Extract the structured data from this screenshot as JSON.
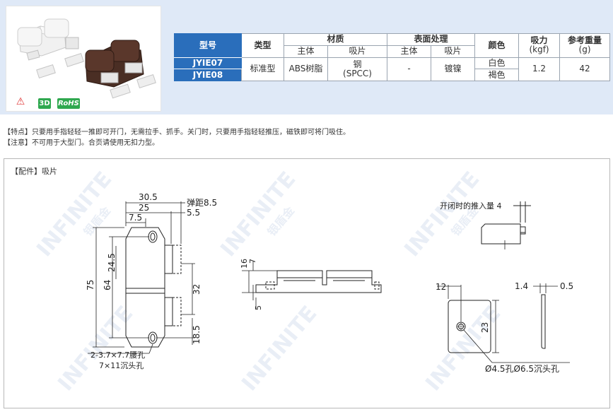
{
  "colors": {
    "band": "#dfe9f7",
    "header_blue": "#2a6ebb",
    "watermark": "#b4c6e0",
    "badge_green": "#2fa84f",
    "warning_red": "#e03a3a"
  },
  "badges": {
    "warning_icon": "warning-triangle-icon",
    "d3": "3D",
    "rohs": "RoHS"
  },
  "table": {
    "h_model": "型号",
    "h_type": "类型",
    "h_material": "材质",
    "h_surface": "表面处理",
    "h_color": "颜色",
    "h_force_1": "吸力",
    "h_force_2": "(kgf)",
    "h_weight_1": "参考重量",
    "h_weight_2": "(g)",
    "sub_body": "主体",
    "sub_plate": "吸片",
    "sub_body2": "主体",
    "sub_plate2": "吸片",
    "rows": [
      {
        "model": "JYIE07",
        "color": "白色"
      },
      {
        "model": "JYIE08",
        "color": "褐色"
      }
    ],
    "type": "标准型",
    "body_material": "ABS树脂",
    "plate_material_1": "钢",
    "plate_material_2": "(SPCC)",
    "body_surface": "-",
    "plate_surface": "镀镍",
    "force": "1.2",
    "weight": "42"
  },
  "notes": {
    "feature": "【特点】只要用手指轻轻一推即可开门，无需拉手、抓手。关门时，只要用手指轻轻推压，磁铁即可将门吸住。",
    "caution": "【注意】不可用于大型门。合页请使用无扣力型。"
  },
  "drawing": {
    "frame_title": "【配件】吸片",
    "dim_30_5": "30.5",
    "dim_25": "25",
    "dim_7_5": "7.5",
    "dim_spring": "弹距8.5",
    "dim_5_5": "5.5",
    "dim_75": "75",
    "dim_64": "64",
    "dim_24_5": "24.5",
    "dim_32": "32",
    "dim_18_5": "18.5",
    "slot_hole": "2-3.7×7.7腰孔",
    "cb_hole": "7×11沉头孔",
    "dim_16": "16",
    "dim_7": "7",
    "dim_5": "5",
    "push_amount": "开闭时的推入量 4",
    "dim_12": "12",
    "dim_23": "23",
    "dim_1_4": "1.4",
    "dim_0_5": "0.5",
    "plate_hole": "Ø4.5孔Ø6.5沉头孔"
  },
  "watermark": {
    "brand": "INFINITE",
    "cn": "银盾金"
  }
}
